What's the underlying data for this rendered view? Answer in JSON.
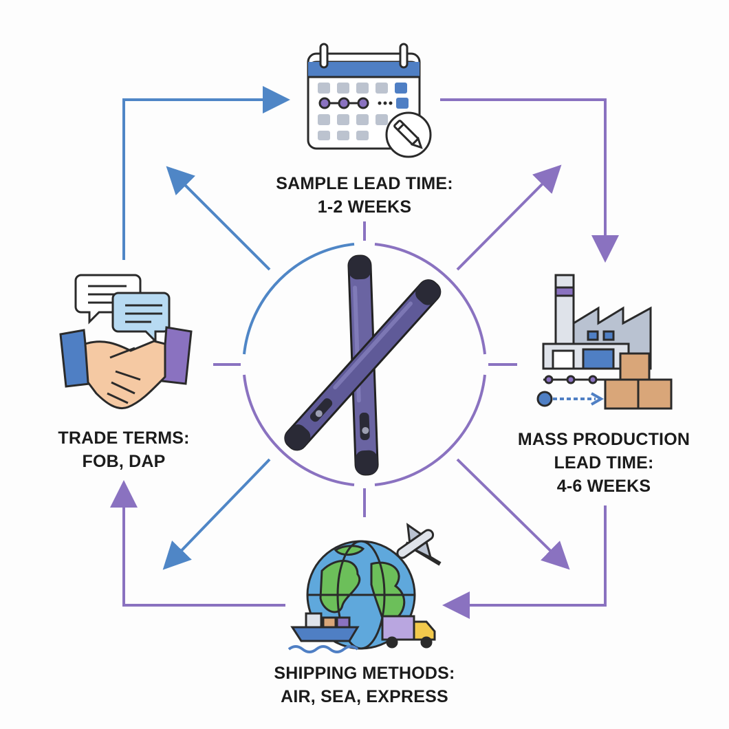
{
  "colors": {
    "blue_accent": "#4f86c6",
    "purple_accent": "#8a72c0",
    "outline": "#2a2a2a",
    "pen_body": "#6a64a2",
    "calendar_header": "#4f7fc4",
    "box_tan": "#d9a679",
    "globe_ocean": "#5fa8dc",
    "globe_land": "#6cbf5a"
  },
  "center": {
    "image": "two-crossed-pens",
    "icon": "pen-icon"
  },
  "nodes": {
    "sample": {
      "icon": "calendar-icon",
      "lines": [
        "SAMPLE LEAD TIME:",
        "1-2 WEEKS"
      ]
    },
    "production": {
      "icon": "factory-icon",
      "lines": [
        "MASS PRODUCTION",
        "LEAD TIME:",
        "4-6 WEEKS"
      ]
    },
    "shipping": {
      "icon": "globe-icon",
      "lines": [
        "SHIPPING METHODS:",
        "AIR, SEA, EXPRESS"
      ]
    },
    "trade": {
      "icon": "handshake-icon",
      "lines": [
        "TRADE TERMS:",
        "FOB, DAP"
      ]
    }
  }
}
